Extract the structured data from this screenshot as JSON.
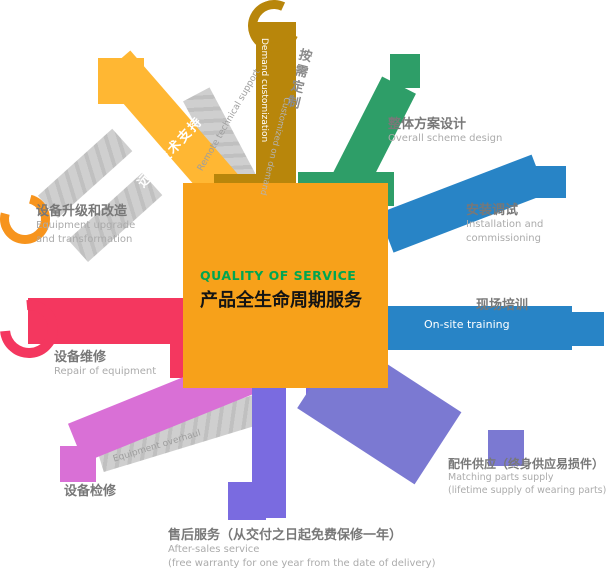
{
  "center": {
    "title_en": "QUALITY OF SERVICE",
    "title_zh": "产品全生命周期服务"
  },
  "branches": {
    "demand": {
      "zh": "按需定制",
      "en": "Demand customization",
      "en_note": "Customized on demand"
    },
    "remote": {
      "zh": "远程技术支持",
      "en": "Remote technical support"
    },
    "upgrade": {
      "zh": "设备升级和改造",
      "en_line1": "Equipment upgrade",
      "en_line2": "and transformation"
    },
    "repair": {
      "zh": "设备维修",
      "en": "Repair of equipment"
    },
    "overhaul": {
      "zh": "设备检修",
      "en": "Equipment overhaul"
    },
    "aftersales": {
      "zh": "售后服务（从交付之日起免费保修一年）",
      "en_line1": "After-sales service",
      "en_line2": "(free warranty for one year from the date of delivery)"
    },
    "parts": {
      "zh": "配件供应（终身供应易损件）",
      "en_line1": "Matching parts supply",
      "en_line2": "(lifetime supply of wearing parts)"
    },
    "training": {
      "zh": "现场培训",
      "en": "On-site training"
    },
    "install": {
      "zh": "安装调试",
      "en_line1": "Installation and",
      "en_line2": "commissioning"
    },
    "solution": {
      "zh": "整体方案设计",
      "en": "Overall scheme design"
    }
  },
  "colors": {
    "center": "#F7A11A",
    "center_title_en": "#00A651",
    "gold": "#B8860B",
    "yellow": "#FFB733",
    "green": "#2E9E68",
    "blue": "#2884C6",
    "slate": "#7B79D2",
    "purple": "#7A6BE0",
    "orchid": "#D970D6",
    "red": "#F4375F",
    "orange_ring": "#F7941D",
    "silver": "#C6C6C6",
    "label_zh": "#787878",
    "label_en": "#ABABAB"
  }
}
